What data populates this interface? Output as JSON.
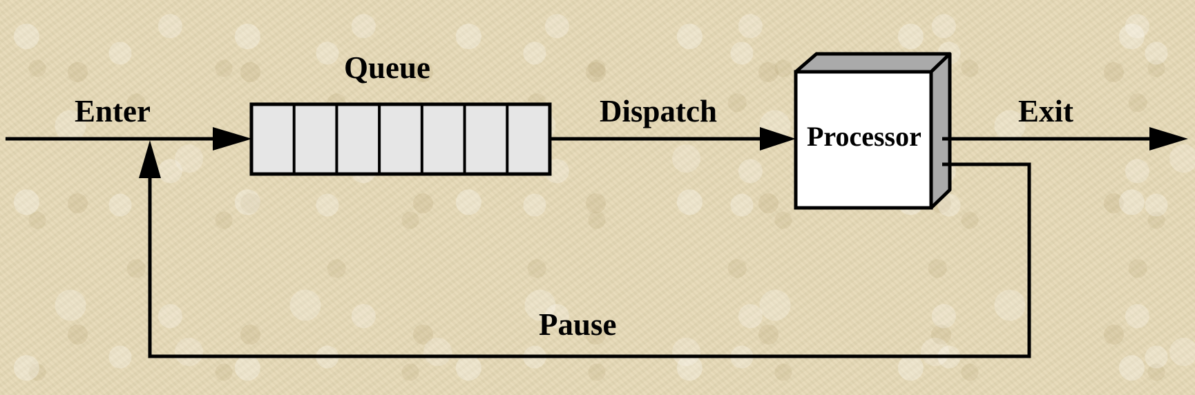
{
  "labels": {
    "queue": "Queue",
    "enter": "Enter",
    "dispatch": "Dispatch",
    "processor": "Processor",
    "exit": "Exit",
    "pause": "Pause"
  },
  "queue_slots": 7,
  "colors": {
    "background": "#e6d9b5",
    "line": "#000000",
    "queue_fill": "#e6e6e6",
    "processor_front": "#ffffff",
    "processor_side": "#aaaaaa"
  }
}
